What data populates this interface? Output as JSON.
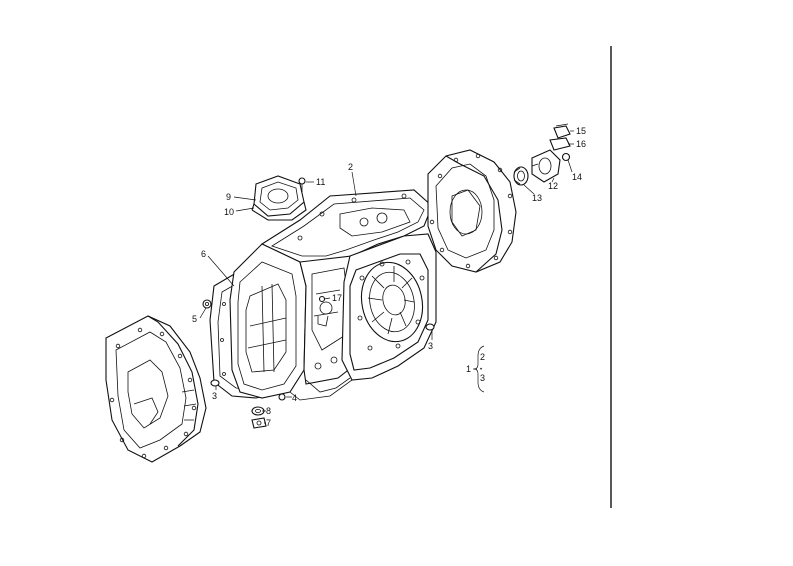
{
  "labels": {
    "l1": "1",
    "l2": "2",
    "l3a": "3",
    "l3b": "3",
    "l4": "4",
    "l5": "5",
    "l6": "6",
    "l7": "7",
    "l8": "8",
    "l9": "9",
    "l10": "10",
    "l11": "11",
    "l12": "12",
    "l13": "13",
    "l14": "14",
    "l15": "15",
    "l16": "16",
    "l17": "17",
    "legend_a": "2",
    "legend_b": "3",
    "legend_dot": "•"
  }
}
